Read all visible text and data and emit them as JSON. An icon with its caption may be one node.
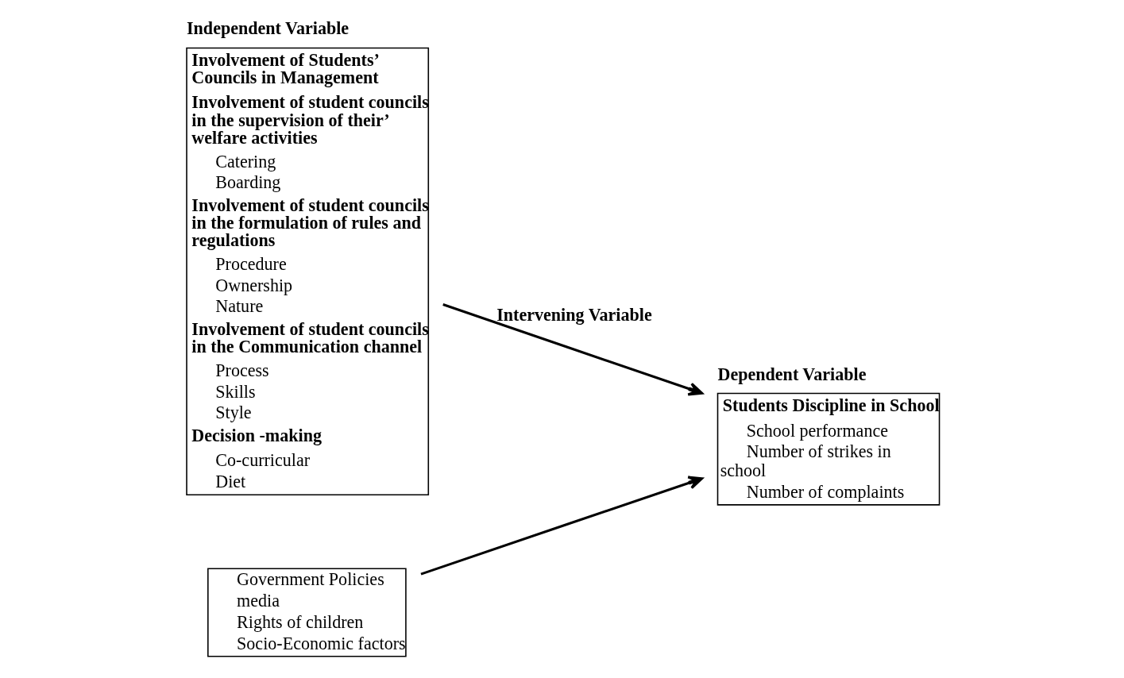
{
  "diagram": {
    "nodes": [
      {
        "text": [
          "Independent Variable",
          "Involvement of Students’ Councils in Management",
          "Involvement of student councils in the supervision of their’ welfare activities",
          "Catering",
          "Boarding",
          "Involvement of student councils in the formulation of rules and regulations",
          "Procedure",
          "Ownership",
          "Nature",
          "Involvement of student councils in the Communication channel",
          "Process",
          "Skills",
          "Style",
          "Decision -making",
          "Co-curricular",
          "Diet"
        ]
      },
      {
        "text": [
          "Dependent Variable",
          "Students Discipline in School",
          "School performance",
          "Number of strikes in school",
          "Number of complaints"
        ]
      },
      {
        "text": [
          "Government Policies",
          "media",
          "Rights of children",
          "Socio-Economic factors"
        ]
      }
    ],
    "edges": [
      {
        "from": 0,
        "to": 1,
        "arrow": "to",
        "label": "Intervening Variable"
      },
      {
        "from": 2,
        "to": 1,
        "arrow": "to"
      }
    ]
  }
}
